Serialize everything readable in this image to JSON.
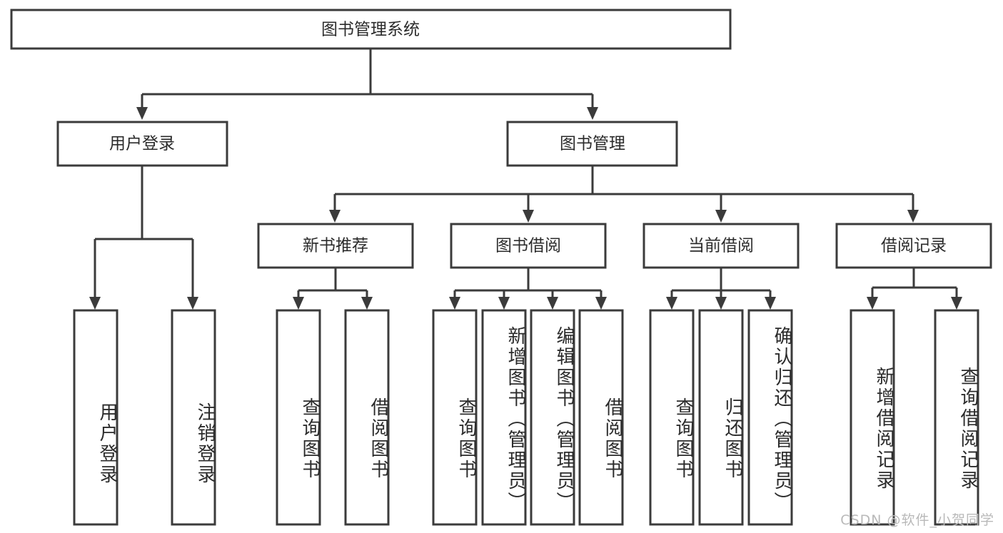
{
  "diagram": {
    "type": "tree-hierarchy",
    "title": "图书管理系统",
    "orientation": "top-down",
    "colors": {
      "stroke": "#3b3b3b",
      "box_fill": "#ffffff",
      "text": "#2b2b2b",
      "background": "#ffffff",
      "watermark": "#b9b9b9"
    },
    "root": {
      "label": "图书管理系统"
    },
    "level2": [
      {
        "label": "用户登录"
      },
      {
        "label": "图书管理"
      }
    ],
    "level3": [
      {
        "label": "新书推荐"
      },
      {
        "label": "图书借阅"
      },
      {
        "label": "当前借阅"
      },
      {
        "label": "借阅记录"
      }
    ],
    "leaves": {
      "user_login": [
        {
          "label": "用户登录"
        },
        {
          "label": "注销登录"
        }
      ],
      "new_book_recommend": [
        {
          "label": "查询图书"
        },
        {
          "label": "借阅图书"
        }
      ],
      "book_borrow": [
        {
          "label": "查询图书"
        },
        {
          "label": "新增图书（管理员）"
        },
        {
          "label": "编辑图书（管理员）"
        },
        {
          "label": "借阅图书"
        }
      ],
      "current_borrow": [
        {
          "label": "查询图书"
        },
        {
          "label": "归还图书"
        },
        {
          "label": "确认归还（管理员）"
        }
      ],
      "borrow_record": [
        {
          "label": "新增借阅记录"
        },
        {
          "label": "查询借阅记录"
        }
      ]
    }
  },
  "watermark": {
    "text": "CSDN @软件_小贺同学"
  }
}
